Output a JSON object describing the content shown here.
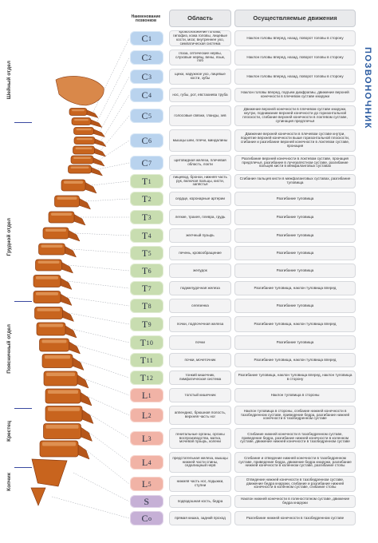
{
  "title": "ПОЗВОНОЧНИК",
  "headers": {
    "code": "Наименование позвонков",
    "area": "Область",
    "movement": "Осуществляемые движения"
  },
  "regions": [
    {
      "id": "cervical",
      "label": "Шейный отдел"
    },
    {
      "id": "thoracic",
      "label": "Грудной отдел"
    },
    {
      "id": "lumbar",
      "label": "Поясничный отдел"
    },
    {
      "id": "sacrum",
      "label": "Крестец"
    },
    {
      "id": "coccyx",
      "label": "Копчик"
    }
  ],
  "colors": {
    "cervical": "#b9d3ee",
    "thoracic": "#c8ddb0",
    "lumbar": "#f1b3a6",
    "sacrum": "#c6b0d6",
    "coccyx": "#c6b0d6",
    "bone": "#c8641e",
    "bone_dark": "#8a3c12",
    "title": "#2a5aa0"
  },
  "vertebrae": [
    {
      "letter": "C",
      "num": "1",
      "region": "cervical",
      "area": "кровоснабжение головы, гипофиз, кожа головы, лицевые кости, мозг, внутреннее ухо, симпатическая система",
      "movement": "Наклон головы вперед, назад, поворот головы в сторону"
    },
    {
      "letter": "C",
      "num": "2",
      "region": "cervical",
      "area": "глаза, оптические нервы, слуховые нервы, вены, язык, лоб",
      "movement": "Наклон головы вперед, назад, поворот головы в сторону"
    },
    {
      "letter": "C",
      "num": "3",
      "region": "cervical",
      "area": "щеки, наружное ухо, лицевые кости, зубы",
      "movement": "Наклон головы вперед, назад, поворот головы в сторону"
    },
    {
      "letter": "C",
      "num": "4",
      "region": "cervical",
      "area": "нос, губы, рот, евстахиева труба",
      "movement": "Наклон головы вперед, подъем диафрагмы, движение верхней конечности в плечевом суставе кнаружи"
    },
    {
      "letter": "C",
      "num": "5",
      "region": "cervical",
      "area": "голосовые связки, гланды, зев",
      "movement": "Движение верхней конечности в плечевом суставе кнаружи, кнутри, поднимание верхней конечности до горизонтальной плоскости, сгибание верхней конечности в локтевом суставе, супинация предплечья"
    },
    {
      "letter": "C",
      "num": "6",
      "region": "cervical",
      "area": "мышцы шеи, плечи, миндалины",
      "movement": "Движение верхней конечности в плечевом суставе кнутри, поднятие верхней конечности выше горизонтальной плоскости, сгибание и разгибание верхней конечности в локтевом суставе, пронация"
    },
    {
      "letter": "C",
      "num": "7",
      "region": "cervical",
      "area": "щитовидная железа, плечевая область, локти",
      "movement": "Разгибание верхней конечности в локтевом суставе, пронация предплечья, разгибание в лучезапястном суставе, разгибание пальцев кисти в межфаланговых суставах"
    },
    {
      "letter": "T",
      "num": "1",
      "region": "thoracic",
      "area": "пищевод, бронхи, нижняя часть рук, включая пальцы, кисти, запястья",
      "movement": "Сгибание пальцев кисти в межфаланговых суставах, разгибание туловища"
    },
    {
      "letter": "T",
      "num": "2",
      "region": "thoracic",
      "area": "сердце, коронарные артерии",
      "movement": "Разгибание туловища"
    },
    {
      "letter": "T",
      "num": "3",
      "region": "thoracic",
      "area": "легкие, трахея, плевра, грудь",
      "movement": "Разгибание туловища"
    },
    {
      "letter": "T",
      "num": "4",
      "region": "thoracic",
      "area": "желчный пузырь",
      "movement": "Разгибание туловища"
    },
    {
      "letter": "T",
      "num": "5",
      "region": "thoracic",
      "area": "печень, кровообращение",
      "movement": "Разгибание туловища"
    },
    {
      "letter": "T",
      "num": "6",
      "region": "thoracic",
      "area": "желудок",
      "movement": "Разгибание туловища"
    },
    {
      "letter": "T",
      "num": "7",
      "region": "thoracic",
      "area": "поджелудочная железа",
      "movement": "Разгибание туловища, наклон туловища вперед"
    },
    {
      "letter": "T",
      "num": "8",
      "region": "thoracic",
      "area": "селезенка",
      "movement": "Разгибание туловища"
    },
    {
      "letter": "T",
      "num": "9",
      "region": "thoracic",
      "area": "почки, подпочечная железа",
      "movement": "Разгибание туловища, наклон туловища вперед"
    },
    {
      "letter": "T",
      "num": "10",
      "region": "thoracic",
      "area": "почки",
      "movement": "Разгибание туловища"
    },
    {
      "letter": "T",
      "num": "11",
      "region": "thoracic",
      "area": "почки, мочеточник",
      "movement": "Разгибание туловища, наклон туловища вперед"
    },
    {
      "letter": "T",
      "num": "12",
      "region": "thoracic",
      "area": "тонкий кишечник, лимфатическая система",
      "movement": "Разгибание туловища, наклон туловища вперед, наклон туловища в сторону"
    },
    {
      "letter": "L",
      "num": "1",
      "region": "lumbar",
      "area": "толстый кишечник",
      "movement": "Наклон туловища в стороны"
    },
    {
      "letter": "L",
      "num": "2",
      "region": "lumbar",
      "area": "аппендикс, брюшная полость, верхняя часть ног",
      "movement": "Наклон туловища в стороны, сгибание нижней конечности в тазобедренном суставе, приведение бедра, разгибание нижней конечности в тазобедренном суставе"
    },
    {
      "letter": "L",
      "num": "3",
      "region": "lumbar",
      "area": "генитальные органы, органы воспроизводства, матка, мочевой пузырь, колени",
      "movement": "Сгибание нижней конечности в тазобедренном суставе, приведение бедра, разгибание нижней конечности в коленном суставе, движение нижней конечности в тазобедренном суставе"
    },
    {
      "letter": "L",
      "num": "4",
      "region": "lumbar",
      "area": "предстательная железа, мышцы нижней части спины, седалищный нерв",
      "movement": "Сгибание и отведение нижней конечности в тазобедренном суставе, приведение бедра, движение бедра кнаружи, разгибание нижней конечности в коленном суставе, разгибание стопы"
    },
    {
      "letter": "L",
      "num": "5",
      "region": "lumbar",
      "area": "нижняя часть ног, лодыжки, ступни",
      "movement": "Отведение нижней конечности в тазобедренном суставе, движение бедра кнаружи, сгибание и разгибание нижней конечности в коленном суставе, сгибание стопы"
    },
    {
      "letter": "S",
      "num": "",
      "region": "sacrum",
      "area": "подвздошная кость, бедра",
      "movement": "Наклон нижней конечности в голеностопном суставе, движение бедра кнаружи"
    },
    {
      "letter": "C",
      "num": "o",
      "region": "coccyx",
      "area": "прямая кишка, задний проход",
      "movement": "Разгибание нижней конечности в тазобедренном суставе"
    }
  ]
}
